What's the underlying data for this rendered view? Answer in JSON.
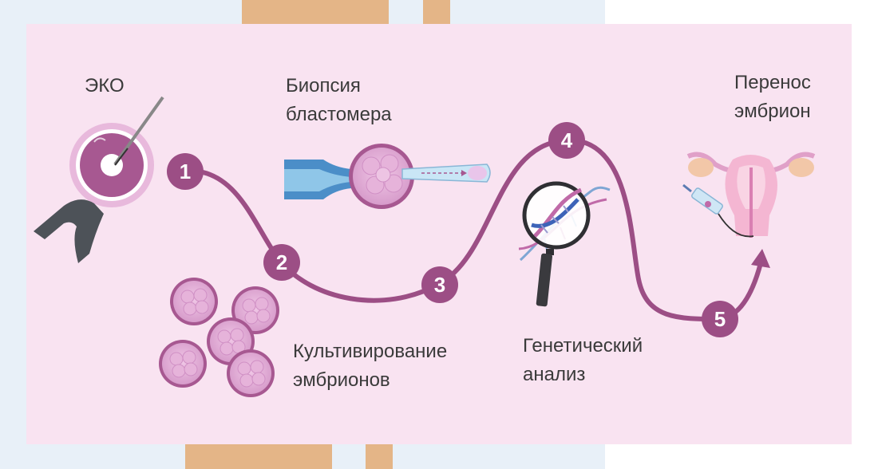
{
  "colors": {
    "panel": "#f9e3f1",
    "bg_light_blue": "#e8f0f8",
    "tan": "#e4b587",
    "path": "#9c4e85",
    "step_circle": "#9c4e85",
    "text": "#3a3a3a",
    "cell": "#e6b3da",
    "cell_rim": "#a75891"
  },
  "steps": [
    {
      "number": "1"
    },
    {
      "number": "2"
    },
    {
      "number": "3"
    },
    {
      "number": "4"
    },
    {
      "number": "5"
    }
  ],
  "labels": {
    "eko": "ЭКО",
    "biopsy": "Биопсия\nбластомера",
    "culture": "Культивирование\nэмбрионов",
    "genetic": "Генетический\nанализ",
    "transfer": "Перенос\nэмбрион"
  },
  "icons": {
    "eko": "egg-injection-icon",
    "biopsy": "blastomere-biopsy-icon",
    "culture": "embryo-cluster-icon",
    "genetic": "dna-magnifier-icon",
    "transfer": "uterus-syringe-icon"
  }
}
